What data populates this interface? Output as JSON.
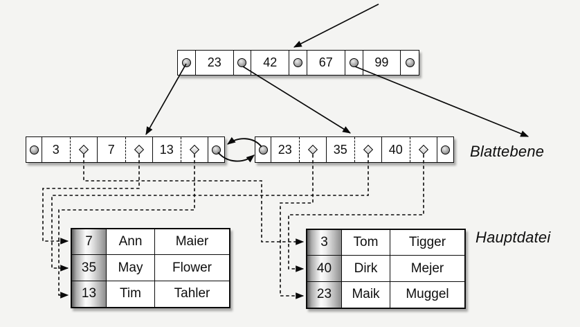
{
  "background_color": "#f4f4f2",
  "root_node": {
    "keys": [
      "23",
      "42",
      "67",
      "99"
    ]
  },
  "leaf_level": {
    "label": "Blattebene",
    "nodes": [
      {
        "keys": [
          "3",
          "7",
          "13"
        ]
      },
      {
        "keys": [
          "23",
          "35",
          "40"
        ]
      }
    ]
  },
  "main_file": {
    "label": "Hauptdatei",
    "tables": [
      {
        "rows": [
          [
            "7",
            "Ann",
            "Maier"
          ],
          [
            "35",
            "May",
            "Flower"
          ],
          [
            "13",
            "Tim",
            "Tahler"
          ]
        ]
      },
      {
        "rows": [
          [
            "3",
            "Tom",
            "Tigger"
          ],
          [
            "40",
            "Dirk",
            "Mejer"
          ],
          [
            "23",
            "Maik",
            "Muggel"
          ]
        ]
      }
    ]
  }
}
